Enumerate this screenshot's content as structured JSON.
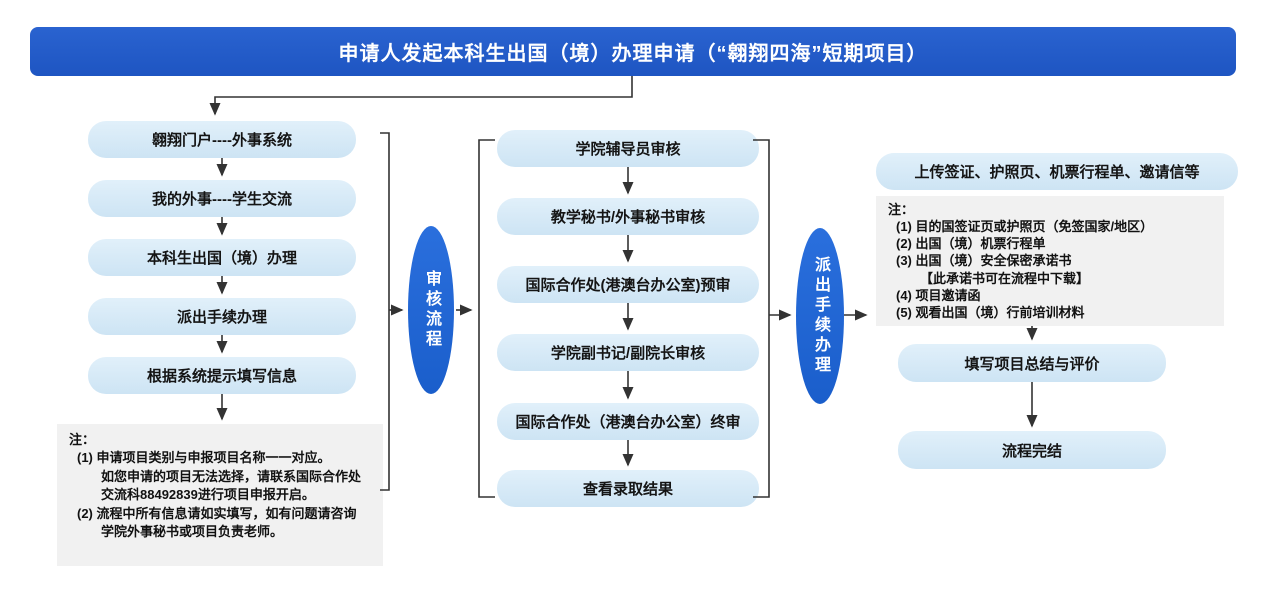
{
  "banner": {
    "title": "申请人发起本科生出国（境）办理申请（“翱翔四海”短期项目）"
  },
  "left_column": {
    "steps": [
      "翱翔门户----外事系统",
      "我的外事----学生交流",
      "本科生出国（境）办理",
      "派出手续办理",
      "根据系统提示填写信息"
    ],
    "note": {
      "lines": [
        "注：",
        "(1) 申请项目类别与申报项目名称一一对应。",
        "如您申请的项目无法选择，请联系国际合作处",
        "交流科88492839进行项目申报开启。",
        "(2) 流程中所有信息请如实填写，如有问题请咨询",
        "学院外事秘书或项目负责老师。"
      ]
    }
  },
  "connectors": {
    "review_oval": "审核流程",
    "dispatch_oval": "派出手续办理"
  },
  "middle_column": {
    "steps": [
      "学院辅导员审核",
      "教学秘书/外事秘书审核",
      "国际合作处(港澳台办公室)预审",
      "学院副书记/副院长审核",
      "国际合作处（港澳台办公室）终审",
      "查看录取结果"
    ]
  },
  "right_column": {
    "upload_box": "上传签证、护照页、机票行程单、邀请信等",
    "note": {
      "lines": [
        "注：",
        "(1) 目的国签证页或护照页（免签国家/地区）",
        "(2) 出国（境）机票行程单",
        "(3) 出国（境）安全保密承诺书",
        "【此承诺书可在流程中下载】",
        "(4) 项目邀请函",
        "(5) 观看出国（境）行前培训材料"
      ]
    },
    "summary_box": "填写项目总结与评价",
    "end_box": "流程完结"
  },
  "colors": {
    "banner_blue": "#1e55c2",
    "oval_blue": "#1a5ecb",
    "step_fill": "#d6e9f6",
    "note_fill": "#f1f1f1",
    "line_color": "#333333"
  }
}
